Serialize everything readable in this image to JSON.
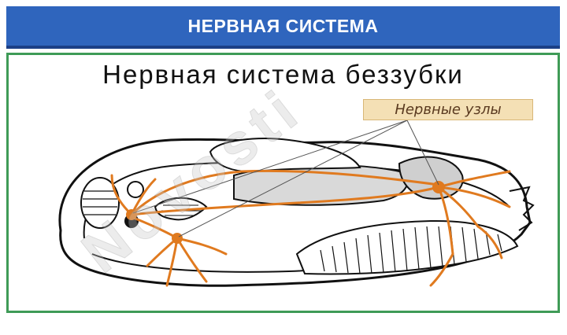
{
  "header": {
    "title": "НЕРВНАЯ СИСТЕМА"
  },
  "slide": {
    "title": "Нервная система беззубки",
    "figure_label": "Нервные узлы"
  },
  "colors": {
    "header_bg": "#2f65bd",
    "panel_border": "#3f9b57",
    "nerve_color": "#e07a1f",
    "label_bg": "#f4e0b5"
  },
  "watermark": {
    "text": "Novosti"
  }
}
